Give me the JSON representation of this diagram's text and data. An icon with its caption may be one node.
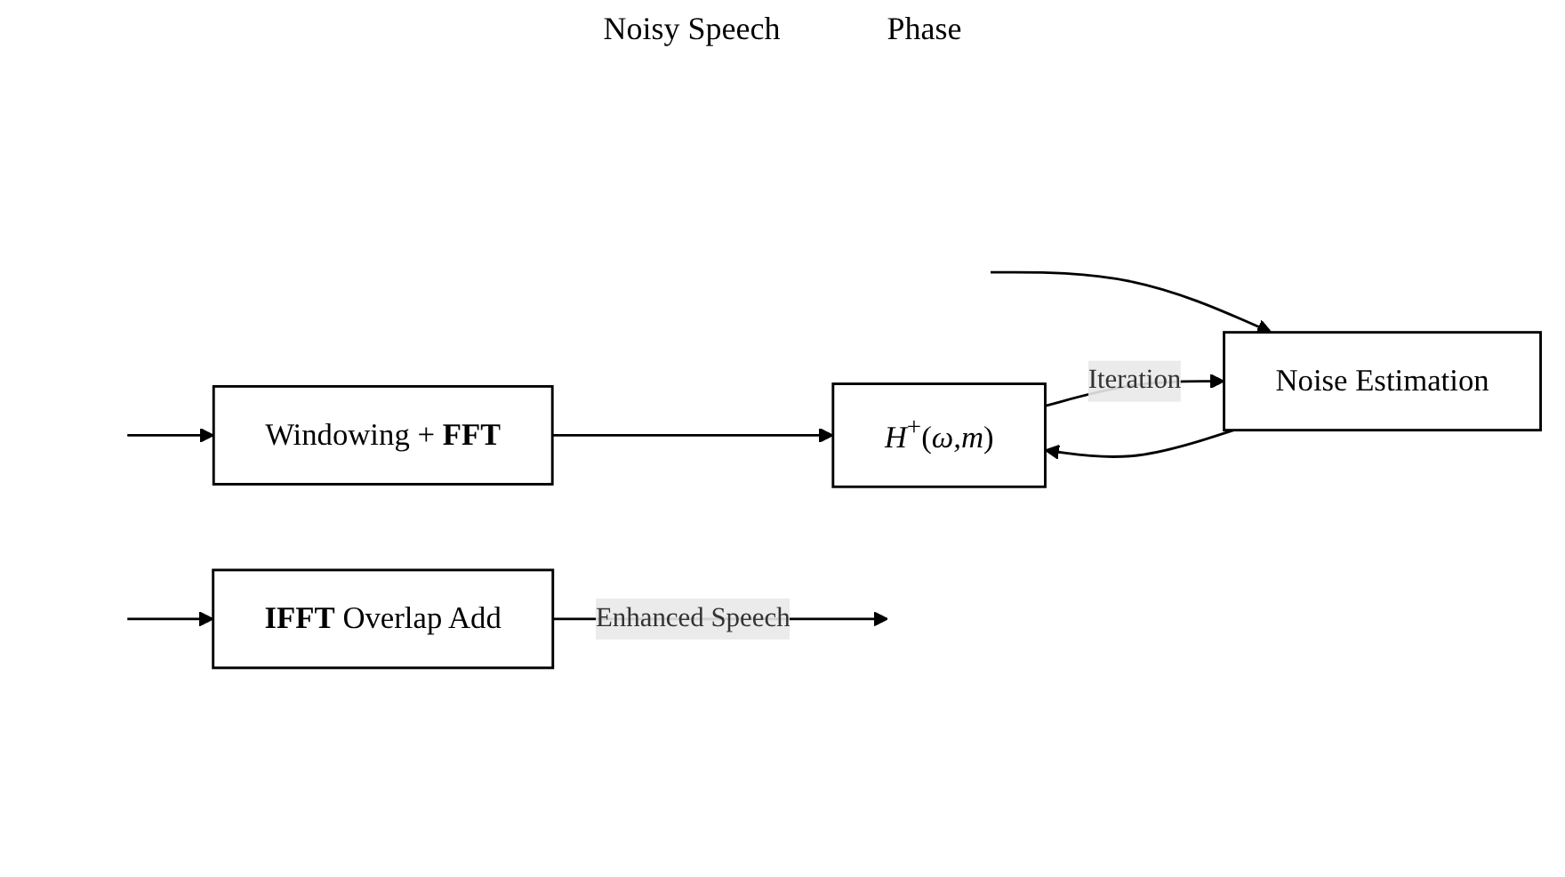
{
  "diagram": {
    "nodes": [
      {
        "text": [
          "Windowing + **FFT**"
        ]
      },
      {
        "text": [
          "Noise Estimation"
        ]
      },
      {
        "text": [
          "*H*$^{+}$(*ω,m*)"
        ]
      },
      {
        "text": [
          "**IFFT** Overlap Add"
        ]
      }
    ],
    "edges": [
      {
        "from": null,
        "to": 0,
        "arrow": "to"
      },
      {
        "from": null,
        "to": 1,
        "arrow": "to"
      },
      {
        "from": 0,
        "to": 2,
        "arrow": "to"
      },
      {
        "from": 1,
        "to": 2,
        "arrow": "to"
      },
      {
        "from": 2,
        "to": 1,
        "arrow": "to",
        "label": "Iteration"
      },
      {
        "from": null,
        "to": 3,
        "arrow": "to"
      },
      {
        "from": 3,
        "to": null,
        "arrow": "to",
        "label": "Enhanced Speech"
      }
    ],
    "labels": [
      "Noisy Speech",
      "Phase"
    ]
  }
}
